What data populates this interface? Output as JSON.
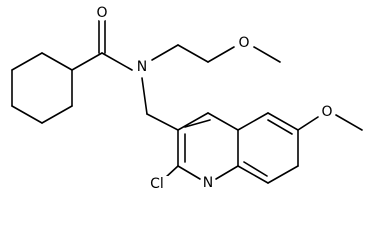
{
  "molecule": {
    "atom_labels": {
      "oxygen_carbonyl": "O",
      "nitrogen_amide": "N",
      "oxygen_methoxyethyl": "O",
      "oxygen_quinoline_methoxy": "O",
      "nitrogen_quinoline": "N",
      "chlorine": "Cl"
    }
  }
}
